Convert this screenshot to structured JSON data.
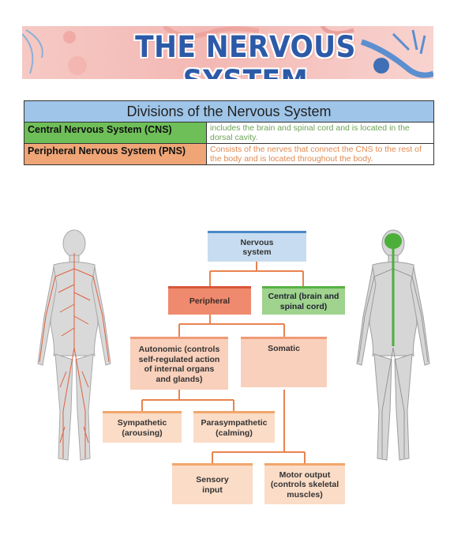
{
  "banner": {
    "title": "THE NERVOUS SYSTEM"
  },
  "table": {
    "heading": "Divisions of the Nervous System",
    "rows": [
      {
        "label": "Central Nervous System (CNS)",
        "description": "includes the brain and spinal cord and is located in the dorsal cavity."
      },
      {
        "label": "Peripheral Nervous System (PNS)",
        "description": "Consists of the nerves that connect the CNS to the rest of the body and is located throughout the body."
      }
    ]
  },
  "chart": {
    "nervous": [
      "Nervous",
      "system"
    ],
    "peripheral": [
      "Peripheral"
    ],
    "central": [
      "Central (brain and",
      "spinal cord)"
    ],
    "autonomic": [
      "Autonomic (controls",
      "self-regulated action",
      "of internal organs",
      "and glands)"
    ],
    "somatic": [
      "Somatic"
    ],
    "sympathetic": [
      "Sympathetic",
      "(arousing)"
    ],
    "parasympathetic": [
      "Parasympathetic",
      "(calming)"
    ],
    "sensory": [
      "Sensory",
      "input"
    ],
    "motor": [
      "Motor output",
      "(controls skeletal",
      "muscles)"
    ]
  },
  "colors": {
    "banner_title": "#2c5aa8",
    "cns": "#6fbf59",
    "pns": "#f0a576",
    "connector": "#e8834f",
    "nerves_peripheral": "#e0603f",
    "nerves_central": "#4caf3a"
  }
}
